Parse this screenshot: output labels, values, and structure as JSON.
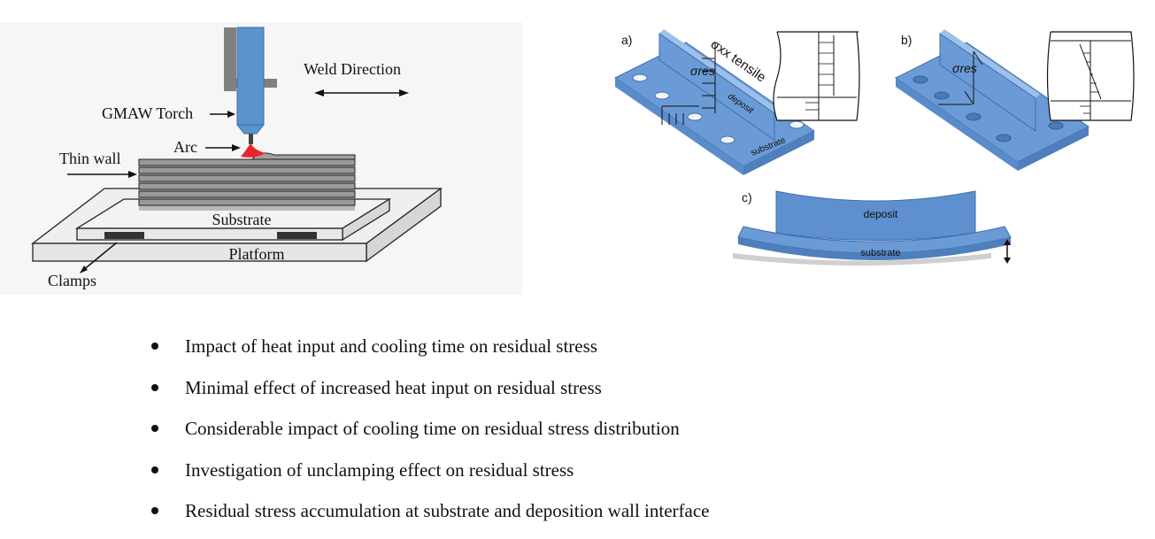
{
  "left_diagram": {
    "labels": {
      "torch": "GMAW Torch",
      "arc": "Arc",
      "weld_direction": "Weld Direction",
      "thin_wall": "Thin wall",
      "substrate": "Substrate",
      "platform": "Platform",
      "clamps": "Clamps"
    }
  },
  "right_diagram": {
    "panel_a": {
      "tag": "a)",
      "sigma_label": "σxx tensile",
      "sigma_res": "σres",
      "deposit": "deposit",
      "substrate": "substrate"
    },
    "panel_b": {
      "tag": "b)",
      "sigma_res": "σres"
    },
    "panel_c": {
      "tag": "c)",
      "deposit": "deposit",
      "substrate": "substrate"
    }
  },
  "bullets": [
    "Impact of heat input and cooling time on residual stress",
    "Minimal effect of increased heat input on residual stress",
    "Considerable impact of cooling time on residual stress distribution",
    "Investigation of unclamping effect on residual stress",
    "Residual stress accumulation at substrate and deposition wall interface"
  ],
  "colors": {
    "torch_blue": "#5b93cc",
    "plate_blue": "#5e8fcf",
    "arc_red": "#e8262a",
    "wall_gray": "#8a8a8a"
  }
}
